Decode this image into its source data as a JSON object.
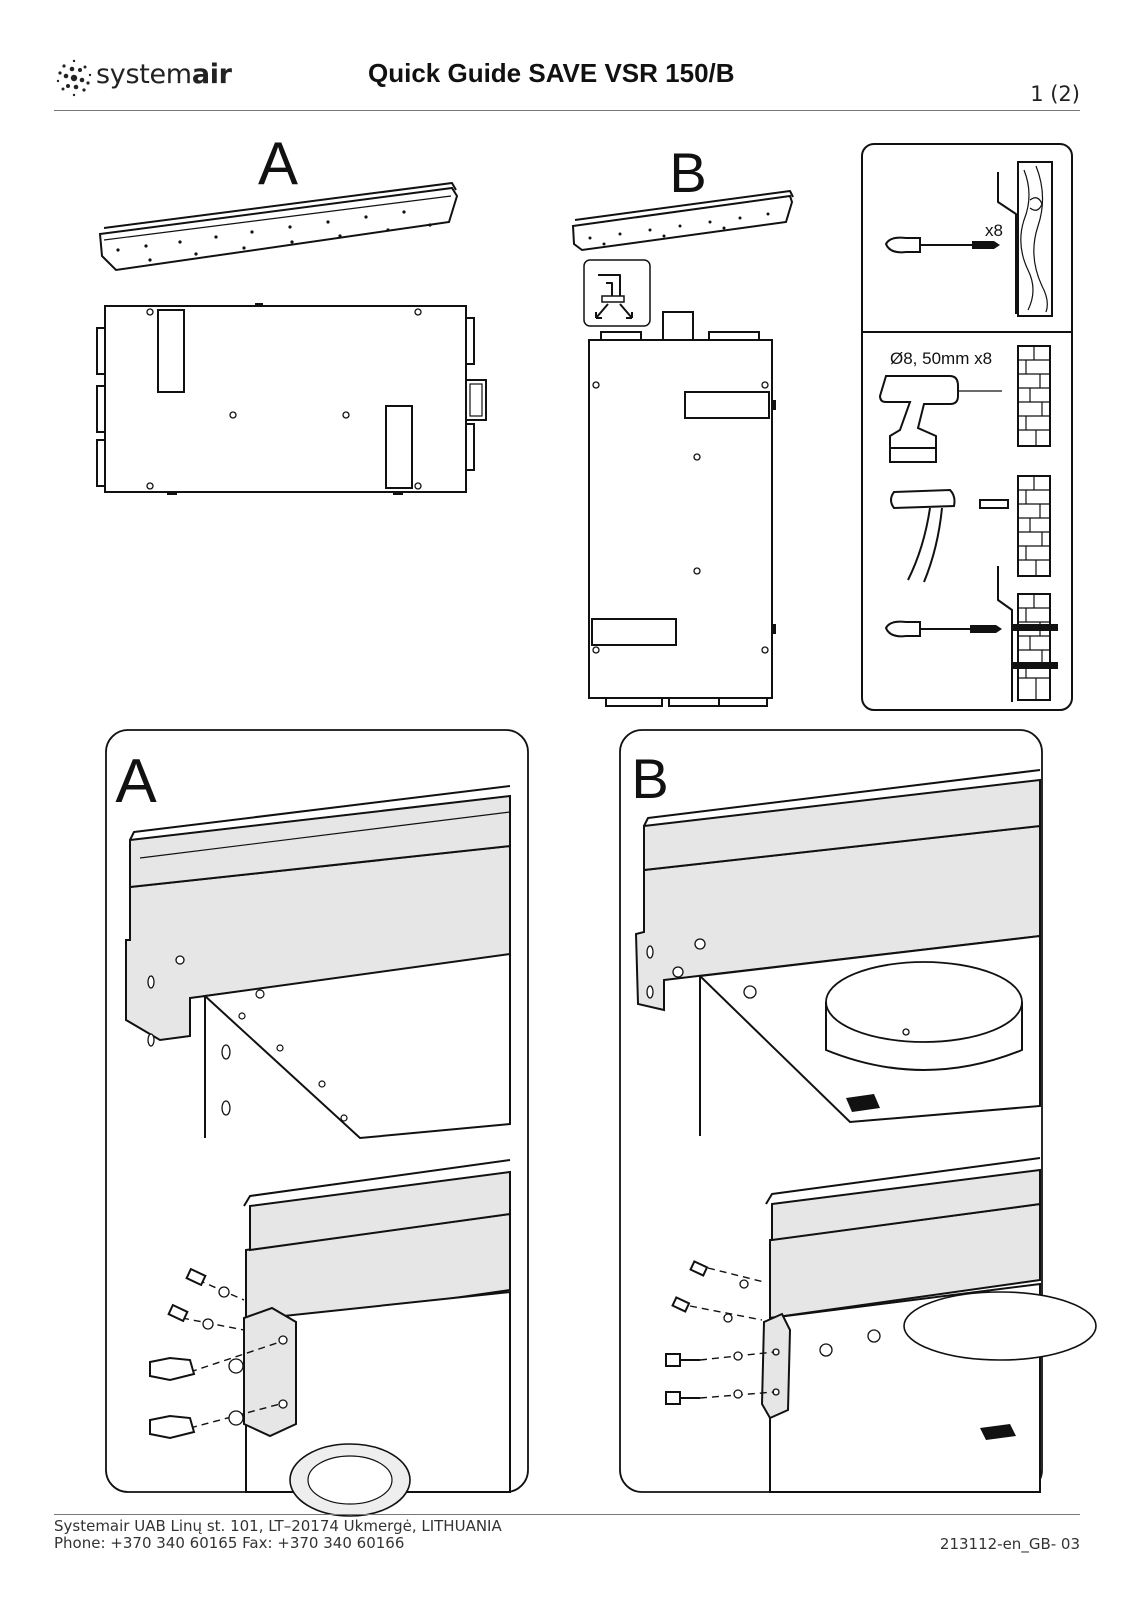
{
  "header": {
    "brand_prefix": "system",
    "brand_suffix": "air",
    "title": "Quick Guide SAVE VSR 150/B",
    "page": "1 (2)"
  },
  "top_section": {
    "label_a": "A",
    "label_b": "B",
    "steps_panel": {
      "screws_label": "x8",
      "drill_label": "Ø8, 50mm x8"
    }
  },
  "detail_section": {
    "label_a": "A",
    "label_b": "B"
  },
  "footer": {
    "address_line1": "Systemair UAB Linų st. 101, LT–20174 Ukmergė, LITHUANIA",
    "address_line2": "Phone: +370 340 60165 Fax: +370 340 60166",
    "doc_code": "213112-en_GB- 03"
  },
  "icons": [
    "systemair-logo-icon",
    "duct-airflow-icon",
    "screwdriver-icon",
    "drill-icon",
    "hammer-icon",
    "brick-wall-icon",
    "wood-wall-icon"
  ]
}
